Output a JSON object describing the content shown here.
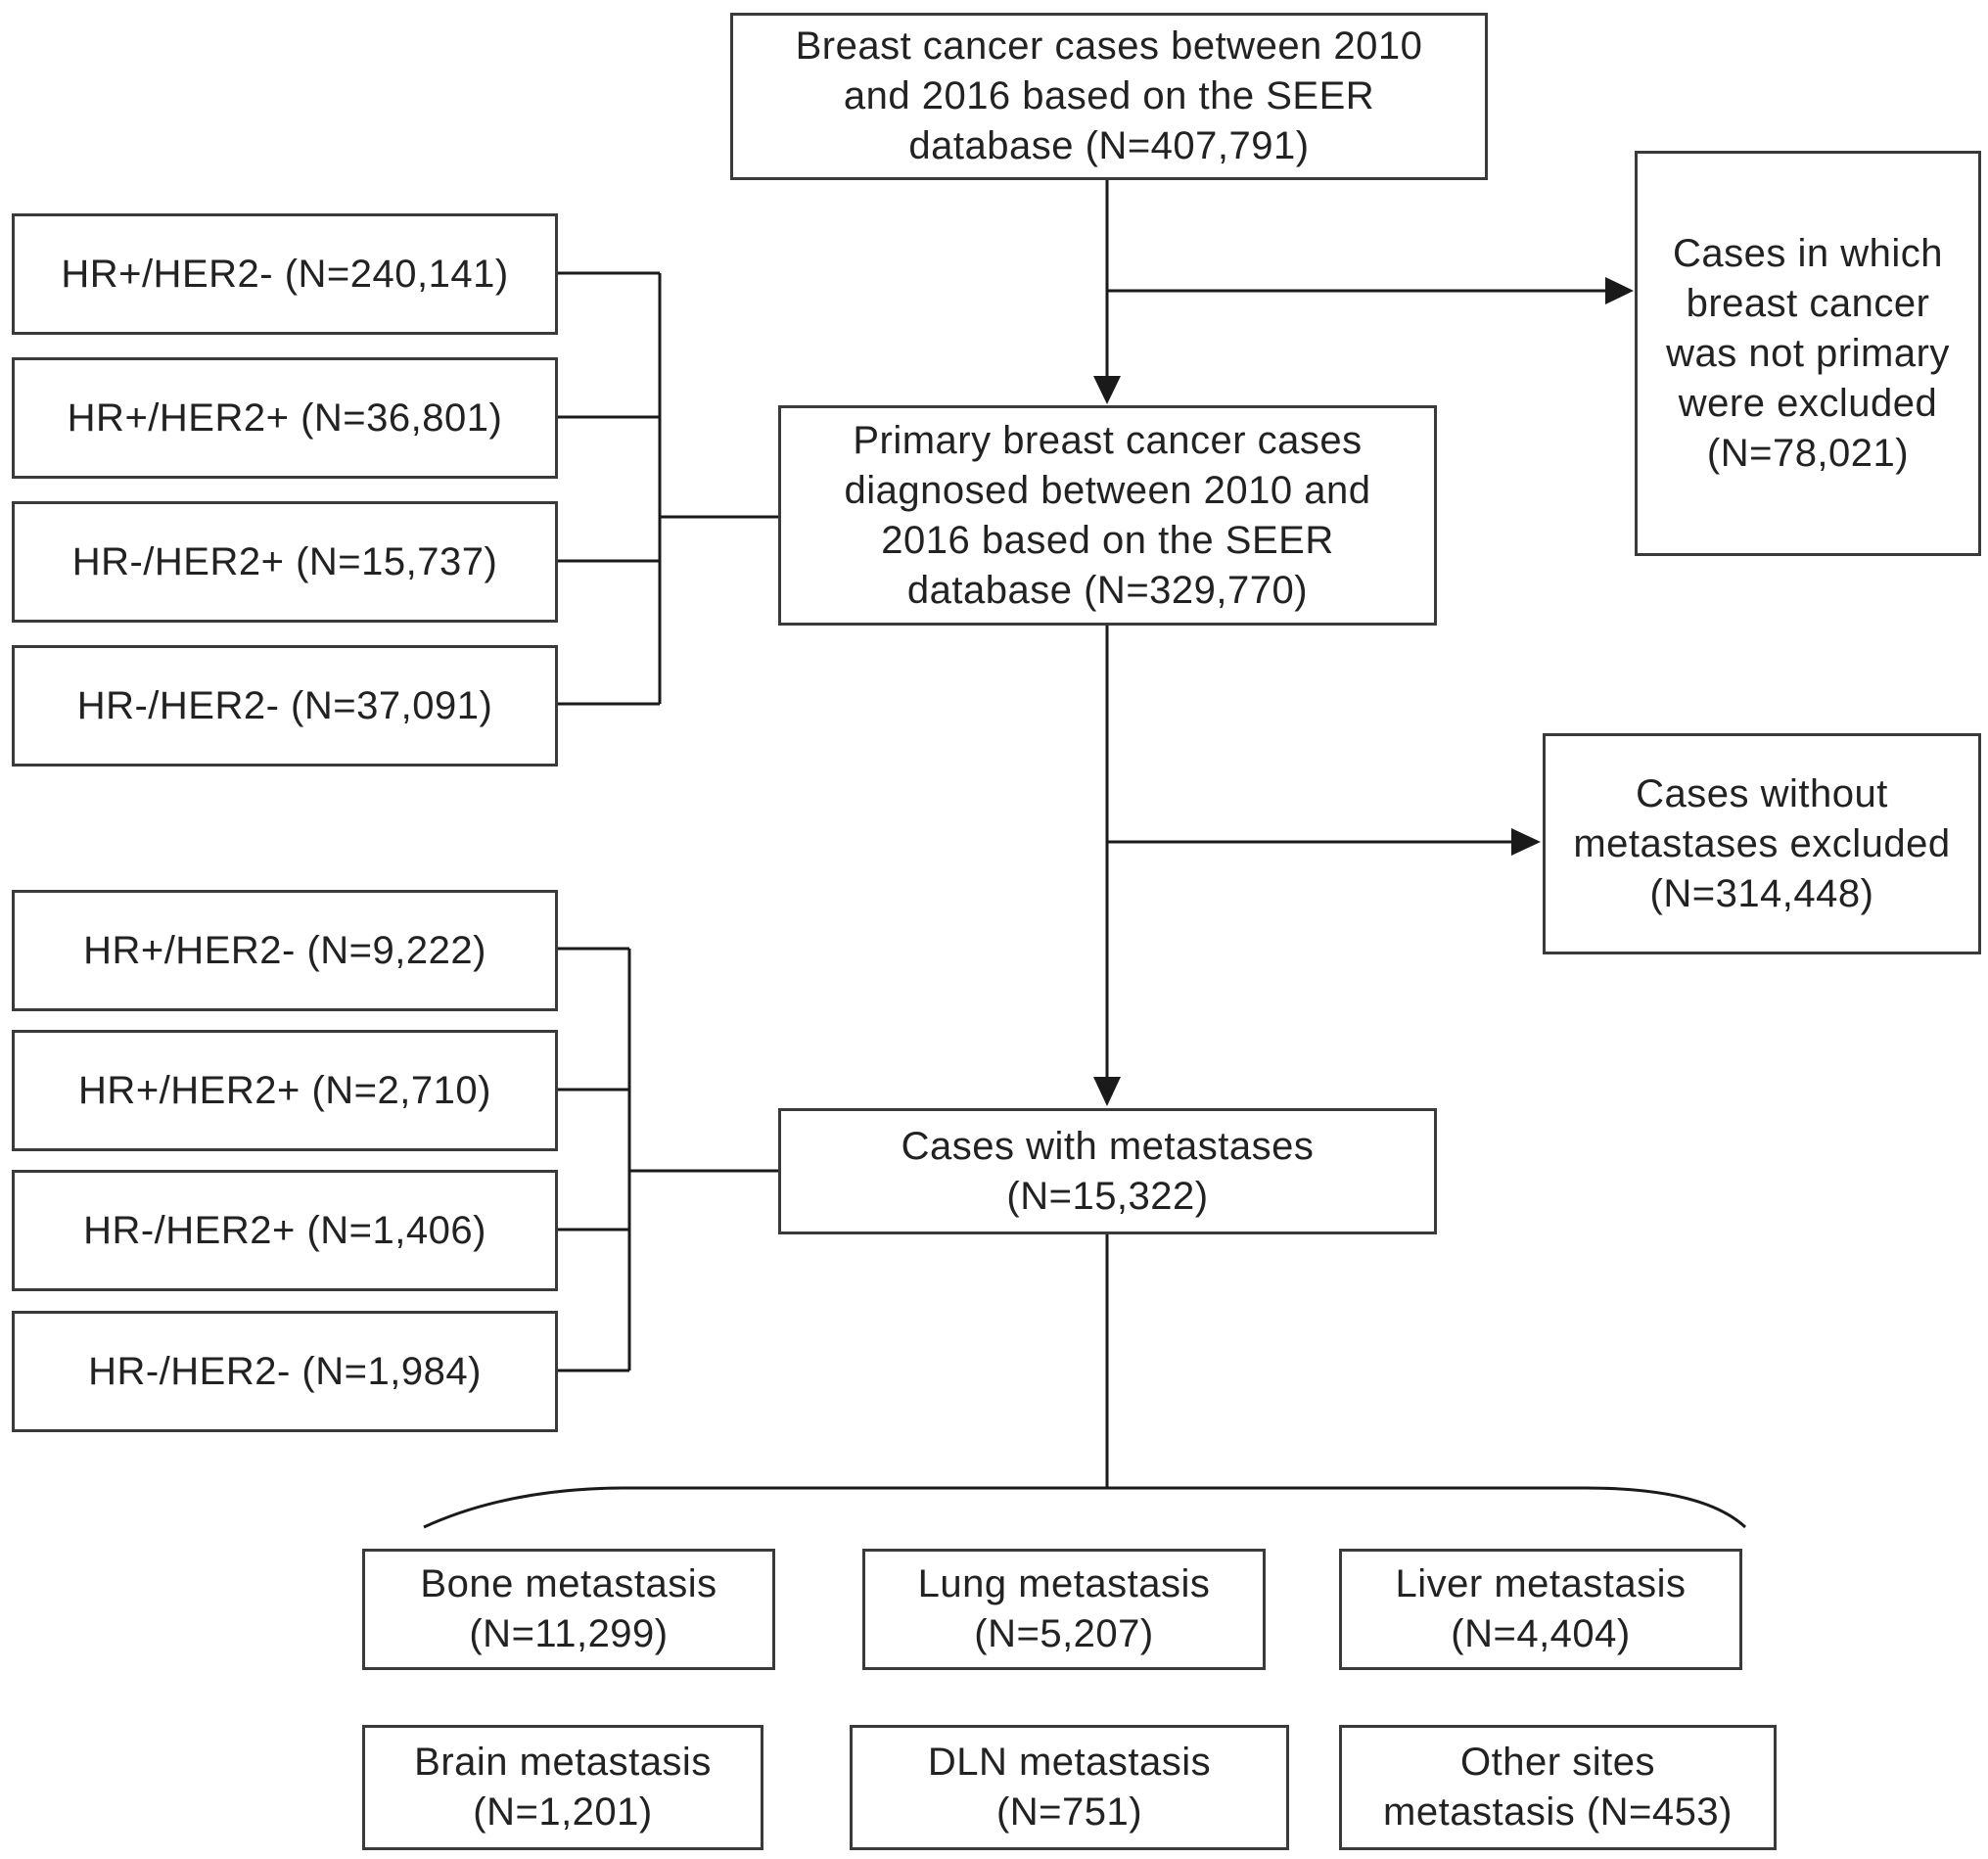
{
  "top_box": {
    "lines": [
      "Breast cancer cases between 2010",
      "and 2016 based on the SEER",
      "database (N=407,791)"
    ]
  },
  "excluded_nonprimary": {
    "lines": [
      "Cases in which",
      "breast cancer",
      "was not primary",
      "were excluded",
      "(N=78,021)"
    ]
  },
  "primary_box": {
    "lines": [
      "Primary breast cancer cases",
      "diagnosed between 2010 and",
      "2016 based on the SEER",
      "database (N=329,770)"
    ]
  },
  "primary_subtypes": [
    {
      "label": "HR+/HER2- (N=240,141)"
    },
    {
      "label": "HR+/HER2+ (N=36,801)"
    },
    {
      "label": "HR-/HER2+ (N=15,737)"
    },
    {
      "label": "HR-/HER2- (N=37,091)"
    }
  ],
  "excluded_nometa": {
    "lines": [
      "Cases without",
      "metastases excluded",
      "(N=314,448)"
    ]
  },
  "metastases_box": {
    "lines": [
      "Cases with metastases",
      "(N=15,322)"
    ]
  },
  "metastases_subtypes": [
    {
      "label": "HR+/HER2- (N=9,222)"
    },
    {
      "label": "HR+/HER2+ (N=2,710)"
    },
    {
      "label": "HR-/HER2+ (N=1,406)"
    },
    {
      "label": "HR-/HER2- (N=1,984)"
    }
  ],
  "sites": [
    {
      "lines": [
        "Bone metastasis",
        "(N=11,299)"
      ]
    },
    {
      "lines": [
        "Lung metastasis",
        "(N=5,207)"
      ]
    },
    {
      "lines": [
        "Liver metastasis",
        "(N=4,404)"
      ]
    },
    {
      "lines": [
        "Brain metastasis",
        "(N=1,201)"
      ]
    },
    {
      "lines": [
        "DLN metastasis",
        "(N=751)"
      ]
    },
    {
      "lines": [
        "Other sites",
        "metastasis (N=453)"
      ]
    }
  ],
  "colors": {
    "stroke": "#1a1a1a",
    "text": "#222222",
    "border": "#3a3a3a"
  }
}
